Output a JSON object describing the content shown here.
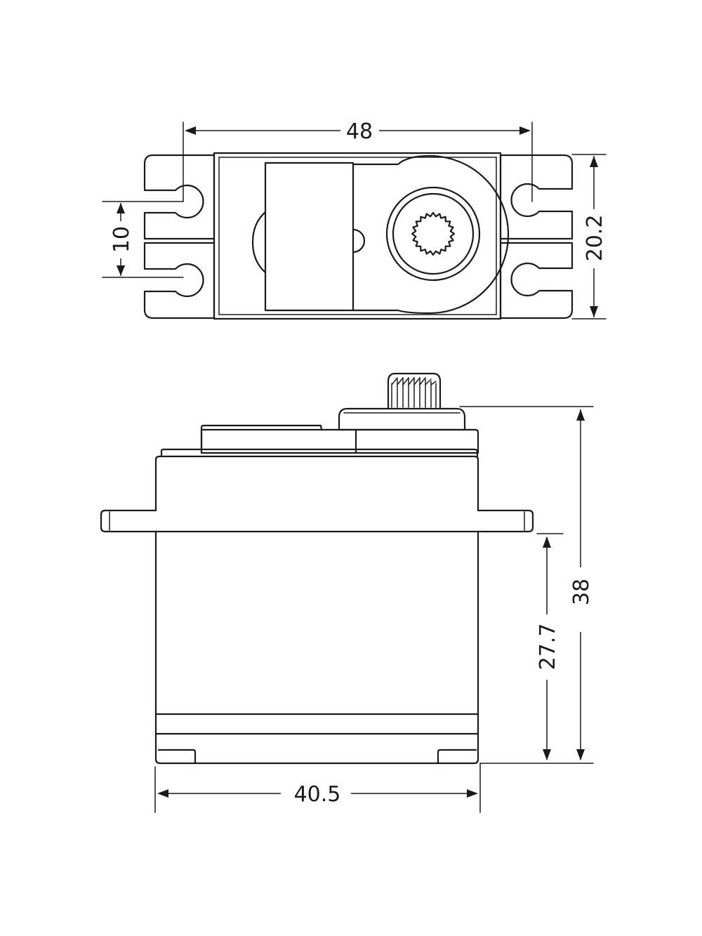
{
  "dimensions": {
    "width_48": "48",
    "spacing_10": "10",
    "depth_20_2": "20.2",
    "height_38": "38",
    "height_27_7": "27.7",
    "body_40_5": "40.5"
  }
}
